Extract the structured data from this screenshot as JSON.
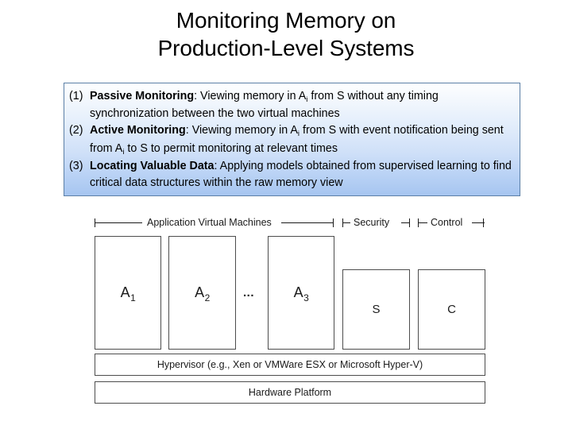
{
  "slide": {
    "title_lines": [
      "Monitoring Memory on",
      "Production-Level Systems"
    ]
  },
  "callout": {
    "border_color": "#5b7fa6",
    "gradient_top": "#fdfeff",
    "gradient_bottom": "#a6c5f0",
    "items": [
      {
        "number": "(1)",
        "lead": "Passive Monitoring",
        "colon": ":",
        "body_a": " Viewing memory in A",
        "sub": "i",
        "body_b": " from S without any timing synchronization between the two virtual machines"
      },
      {
        "number": "(2)",
        "lead": "Active Monitoring",
        "colon": ":",
        "body_a": " Viewing memory in A",
        "sub": "i",
        "body_b": " from S with event notification being sent from A",
        "sub2": "i",
        "body_c": " to S to permit monitoring at relevant times"
      },
      {
        "number": "(3)",
        "lead": "Locating Valuable Data",
        "colon": ":",
        "body_a": " Applying models obtained from supervised learning to find critical data structures within the raw memory view"
      }
    ]
  },
  "diagram": {
    "brackets": [
      {
        "label": "Application Virtual Machines"
      },
      {
        "label": "Security"
      },
      {
        "label": "Control"
      }
    ],
    "vm_boxes": [
      {
        "label": "A",
        "sub": "1"
      },
      {
        "label": "A",
        "sub": "2"
      },
      {
        "label": "A",
        "sub": "3"
      }
    ],
    "ellipsis": "...",
    "service_boxes": [
      {
        "label": "S"
      },
      {
        "label": "C"
      }
    ],
    "layers": [
      {
        "label": "Hypervisor (e.g., Xen or VMWare ESX or Microsoft Hyper-V)"
      },
      {
        "label": "Hardware Platform"
      }
    ]
  }
}
